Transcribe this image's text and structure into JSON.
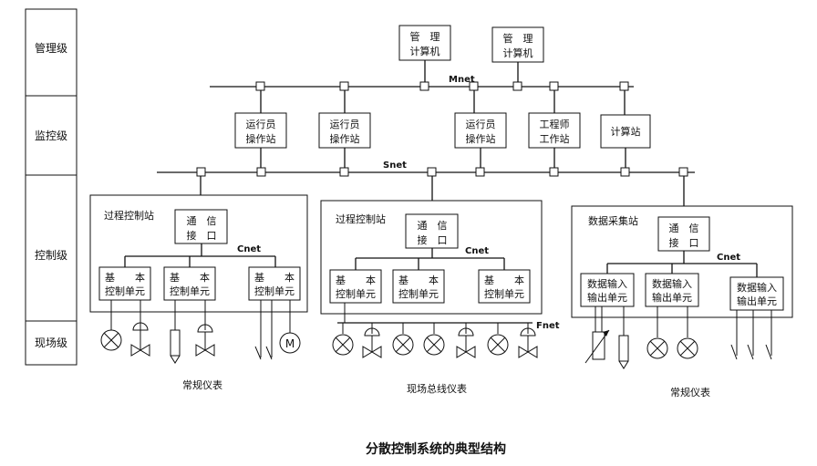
{
  "levels": [
    "管理级",
    "监控级",
    "控制级",
    "现场级"
  ],
  "management": [
    {
      "l1": "管　理",
      "l2": "计算机"
    },
    {
      "l1": "管　理",
      "l2": "计算机"
    }
  ],
  "networks": {
    "mnet": "Mnet",
    "snet": "Snet",
    "cnet": "Cnet",
    "fnet": "Fnet"
  },
  "supervisory": [
    {
      "l1": "运行员",
      "l2": "操作站"
    },
    {
      "l1": "运行员",
      "l2": "操作站"
    },
    {
      "l1": "运行员",
      "l2": "操作站"
    },
    {
      "l1": "工程师",
      "l2": "工作站"
    },
    {
      "l1": "计算站",
      "l2": ""
    }
  ],
  "stations": [
    {
      "title": "过程控制站",
      "comm": [
        "通　信",
        "接　口"
      ],
      "units": [
        [
          "基　　本",
          "控制单元"
        ],
        [
          "基　　本",
          "控制单元"
        ],
        [
          "基　　本",
          "控制单元"
        ]
      ]
    },
    {
      "title": "过程控制站",
      "comm": [
        "通　信",
        "接　口"
      ],
      "units": [
        [
          "基　　本",
          "控制单元"
        ],
        [
          "基　　本",
          "控制单元"
        ],
        [
          "基　　本",
          "控制单元"
        ]
      ]
    },
    {
      "title": "数据采集站",
      "comm": [
        "通　信",
        "接　口"
      ],
      "units": [
        [
          "数据输入",
          "输出单元"
        ],
        [
          "数据输入",
          "输出单元"
        ],
        [
          "数据输入",
          "输出单元"
        ]
      ]
    }
  ],
  "field_labels": [
    "常规仪表",
    "现场总线仪表",
    "常规仪表"
  ],
  "motor_symbol": "M",
  "caption": "分散控制系统的典型结构"
}
